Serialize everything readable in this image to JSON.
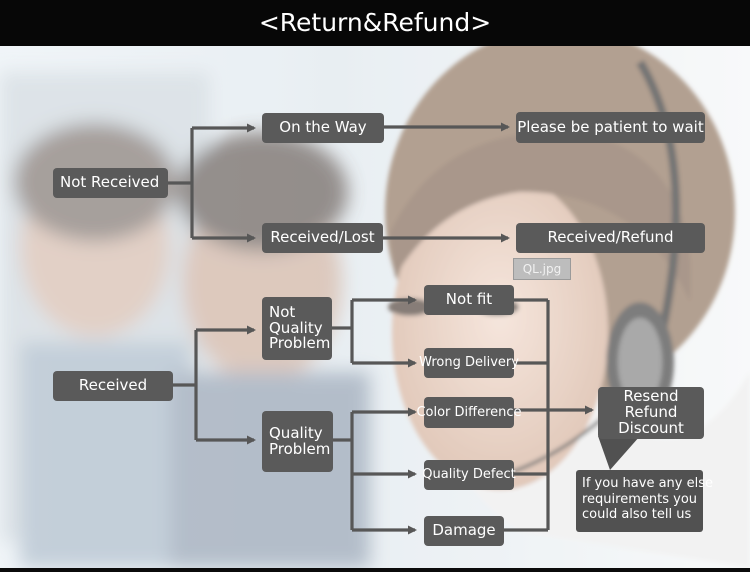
{
  "header": {
    "title": "<Return&Refund>"
  },
  "watermark": "QL.jpg",
  "flow": {
    "not_received": "Not Received",
    "on_the_way": "On the Way",
    "be_patient": "Please be patient to wait",
    "received_lost": "Received/Lost",
    "received_refund": "Received/Refund",
    "received": "Received",
    "not_quality_problem": "Not\nQuality\nProblem",
    "quality_problem": "Quality\nProblem",
    "not_fit": "Not fit",
    "wrong_delivery": "Wrong Delivery",
    "color_difference": "Color Difference",
    "quality_defect": "Quality Defect",
    "damage": "Damage",
    "resolution": "Resend\nRefund\nDiscount",
    "extra_note": "If you have any else\nrequirements you\ncould also tell us"
  },
  "colors": {
    "header_bg": "#070707",
    "node_bg": "#5a5a5a",
    "line": "#575757"
  }
}
